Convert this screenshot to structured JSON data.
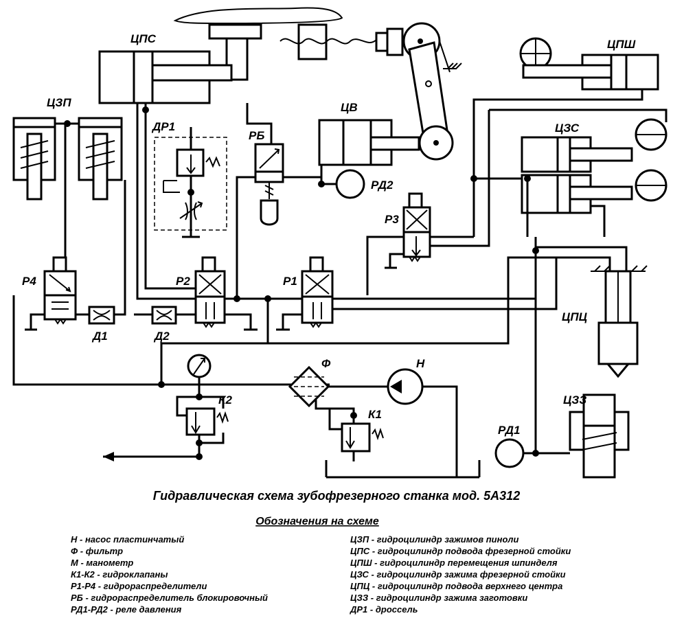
{
  "title": "Гидравлическая схема зубофрезерного станка мод. 5А312",
  "legend_title": "Обозначения на схеме",
  "labels": {
    "cps": "ЦПС",
    "czp": "ЦЗП",
    "dr1": "ДР1",
    "rb": "РБ",
    "cv": "ЦВ",
    "rd2": "РД2",
    "cpsh": "ЦПШ",
    "czs": "ЦЗС",
    "r3": "Р3",
    "r4": "Р4",
    "r2": "Р2",
    "r1": "Р1",
    "d1": "Д1",
    "d2": "Д2",
    "cpc": "ЦПЦ",
    "f": "Ф",
    "n": "Н",
    "k2": "К2",
    "k1": "К1",
    "czz": "ЦЗЗ",
    "rd1": "РД1"
  },
  "legend_left": [
    "Н - насос пластинчатый",
    "Ф - фильтр",
    "М - манометр",
    "К1-К2 - гидроклапаны",
    "Р1-Р4 - гидрораспределители",
    "РБ - гидрораспределитель блокировочный",
    "РД1-РД2 - реле давления"
  ],
  "legend_right": [
    "ЦЗП - гидроцилиндр зажимов пиноли",
    "ЦПС - гидроцилиндр подвода фрезерной стойки",
    "ЦПШ - гидроцилиндр перемещения шпинделя",
    "ЦЗС - гидроцилиндр зажима фрезерной стойки",
    "ЦПЦ - гидроцилиндр подвода верхнего центра",
    "ЦЗЗ - гидроцилиндр зажима заготовки",
    "ДР1 - дроссель"
  ]
}
